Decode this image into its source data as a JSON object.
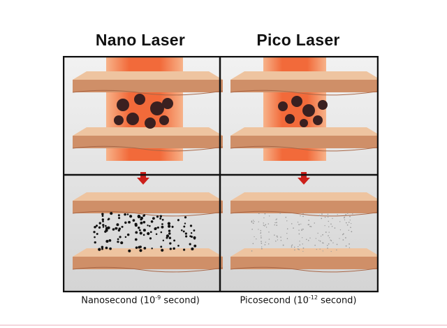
{
  "titles": {
    "left": "Nano Laser",
    "right": "Pico Laser"
  },
  "captions": {
    "left": {
      "pre": "Nanosecond (10",
      "exp": "-9",
      "post": " second)"
    },
    "right": {
      "pre": "Picosecond (10",
      "exp": "-12",
      "post": " second)"
    }
  },
  "colors": {
    "beam": "#f58a4e",
    "skin_top": "#e8b891",
    "skin_side": "#c98a63",
    "particle": "#2a1a1a",
    "frame": "#111111",
    "panel_bg": "#d8d8d8",
    "arrow": "#cc1f1a"
  }
}
